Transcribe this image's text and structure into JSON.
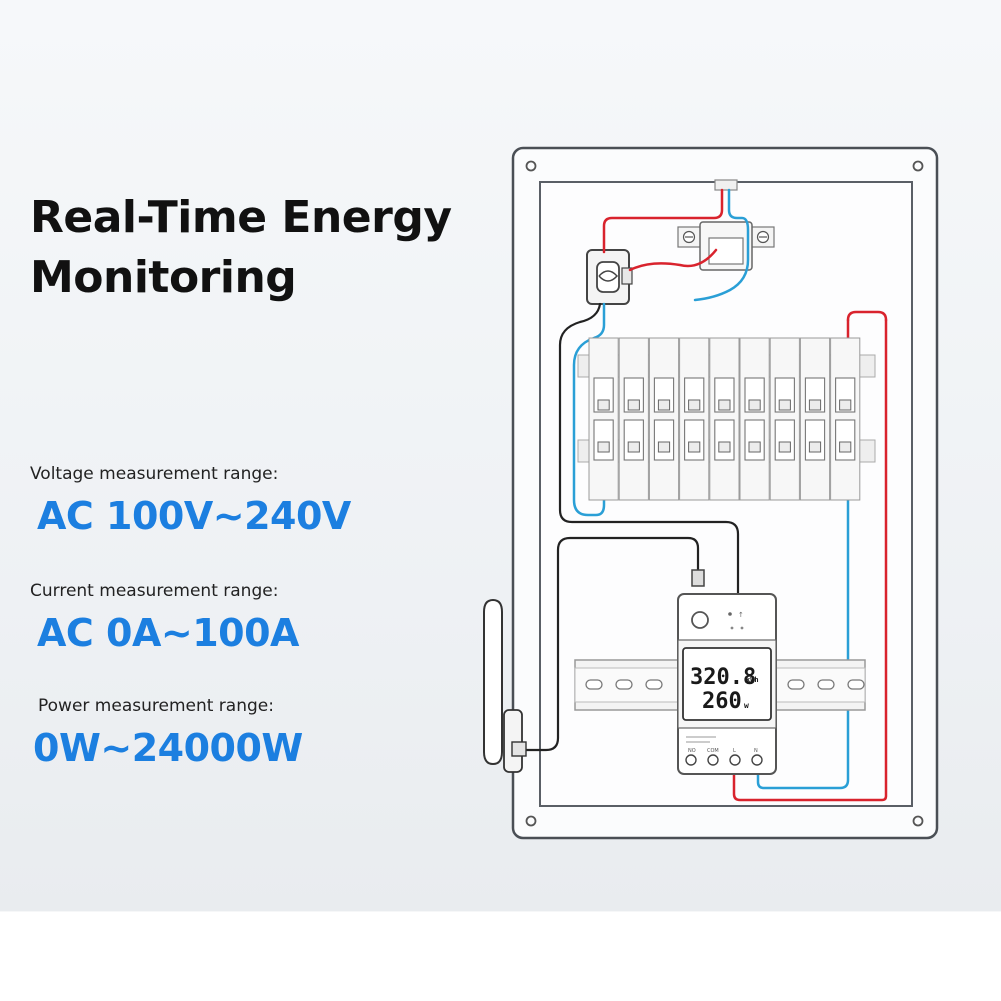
{
  "headline": {
    "line1": "Real-Time Energy",
    "line2": "Monitoring"
  },
  "specs": [
    {
      "label": "Voltage measurement range:",
      "value": "AC 100V~240V"
    },
    {
      "label": "Current measurement range:",
      "value": "AC 0A~100A"
    },
    {
      "label": "Power measurement range:",
      "value": "0W~24000W"
    }
  ],
  "meter_display": {
    "energy_value": "320.8",
    "energy_unit": "kWh",
    "power_value": "260",
    "power_unit": "w"
  },
  "terminal_labels": [
    "NO",
    "COM",
    "L",
    "N"
  ],
  "colors": {
    "accent_blue": "#1c7fe0",
    "live_wire": "#d9232d",
    "neutral_wire": "#2a9fd6",
    "signal_wire": "#222222"
  }
}
